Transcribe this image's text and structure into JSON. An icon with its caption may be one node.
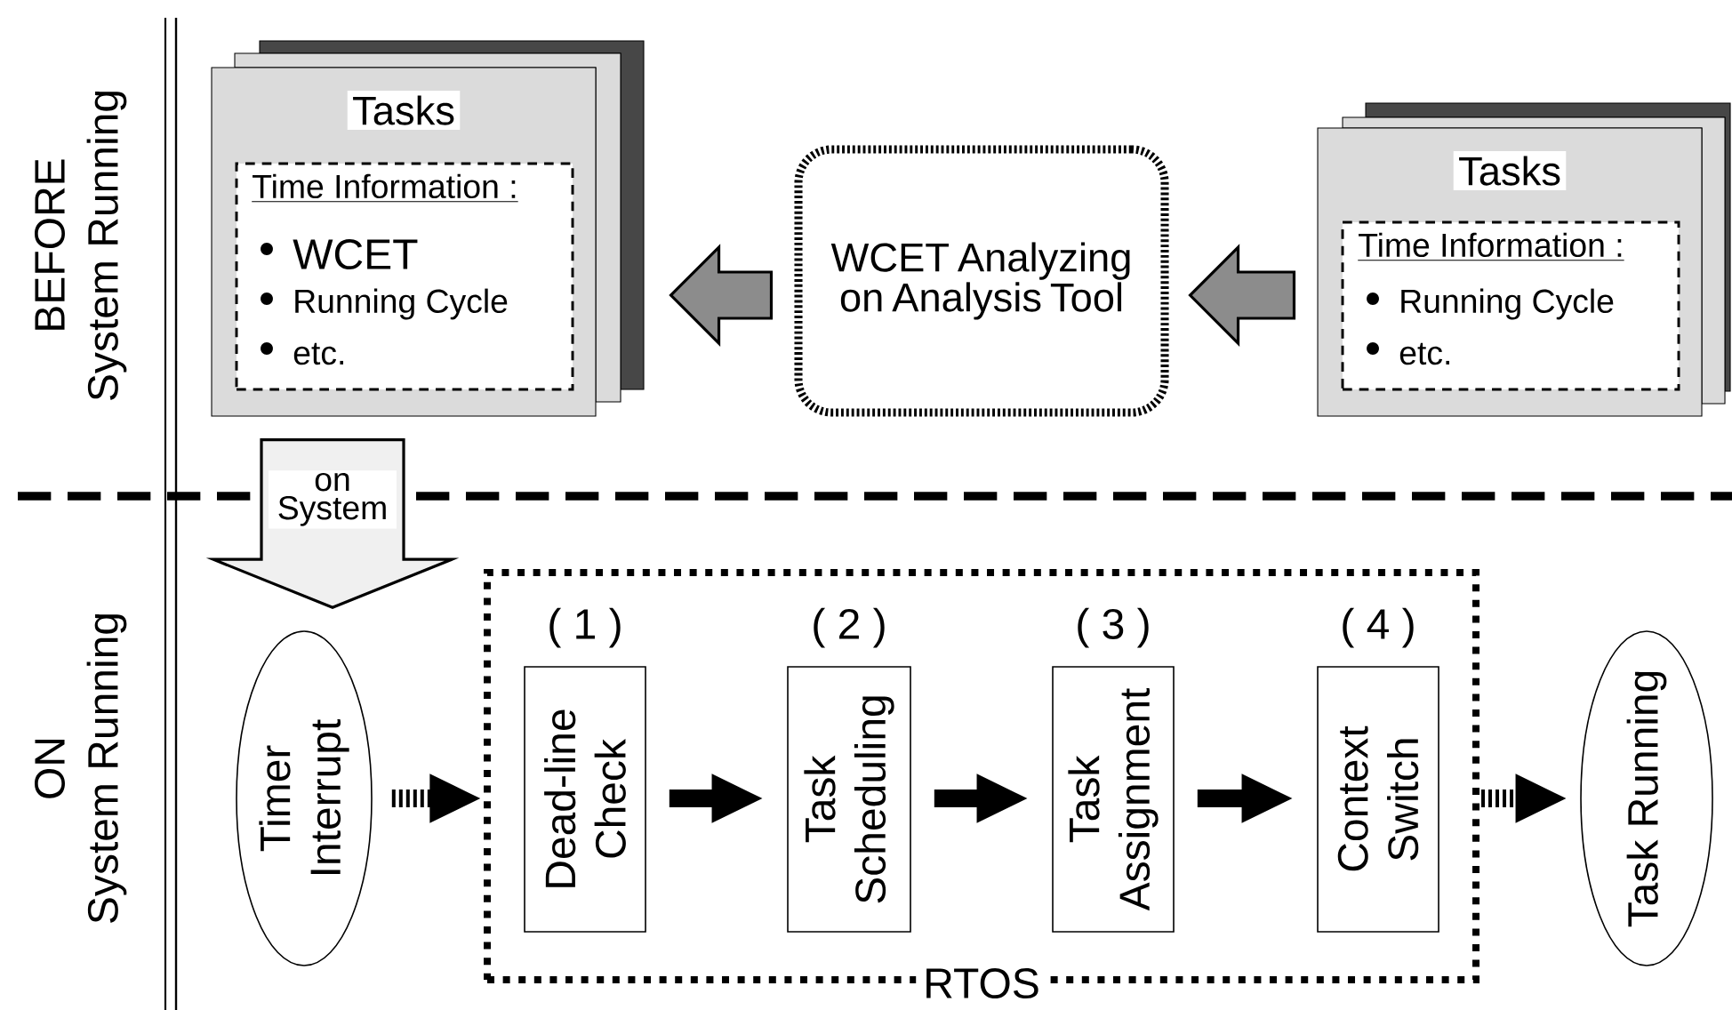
{
  "diagram": {
    "nodes": [
      {
        "text": [
          "Tasks"
        ]
      },
      {
        "text": [
          "Time Information :",
          "WCET",
          "Running Cycle",
          "etc."
        ],
        "in": 0
      },
      {
        "text": [
          "WCET Analyzing on Analysis Tool"
        ]
      },
      {
        "text": [
          "Tasks"
        ]
      },
      {
        "text": [
          "Time Information :",
          "Running Cycle",
          "etc."
        ],
        "in": 3
      },
      {
        "text": [
          "Timer Interrupt"
        ]
      },
      {
        "text": [
          "RTOS"
        ]
      },
      {
        "text": [
          "Dead-line Check"
        ],
        "beside": [
          "( 1 )"
        ],
        "in": 6
      },
      {
        "text": [
          "Task Scheduling"
        ],
        "beside": [
          "( 2 )"
        ],
        "in": 6
      },
      {
        "text": [
          "Task Assignment"
        ],
        "beside": [
          "( 3 )"
        ],
        "in": 6
      },
      {
        "text": [
          "Context Switch"
        ],
        "beside": [
          "( 4 )"
        ],
        "in": 6
      },
      {
        "text": [
          "Task Running"
        ]
      }
    ],
    "edges": [
      {
        "from": 3,
        "to": 2,
        "arrow": "to",
        "style": "thick",
        "color": "#8c8c8c"
      },
      {
        "from": 2,
        "to": 0,
        "arrow": "to",
        "style": "thick",
        "color": "#8c8c8c"
      },
      {
        "from": 0,
        "to": 5,
        "arrow": "to",
        "style": "thick",
        "label": "on System"
      },
      {
        "from": 5,
        "to": 6,
        "arrow": "to",
        "style": "dashed"
      },
      {
        "from": 7,
        "to": 8,
        "arrow": "to"
      },
      {
        "from": 8,
        "to": 9,
        "arrow": "to"
      },
      {
        "from": 9,
        "to": 10,
        "arrow": "to"
      },
      {
        "from": 6,
        "to": 11,
        "arrow": "to",
        "style": "dashed"
      }
    ],
    "labels": [
      "BEFORE",
      "System Running",
      "ON",
      "System Running"
    ]
  }
}
